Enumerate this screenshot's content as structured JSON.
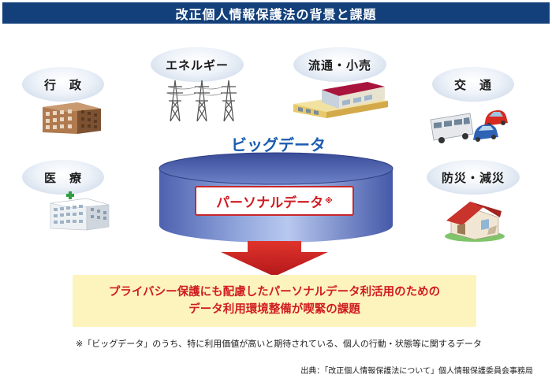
{
  "title": "改正個人情報保護法の背景と課題",
  "sectors": {
    "gyosei": "行　政",
    "energy": "エネルギー",
    "ryutsu": "流通・小売",
    "kotsu": "交　通",
    "iryo": "医　療",
    "bosai": "防災・減災"
  },
  "bigdata_label": "ビッグデータ",
  "personal_data_label": "パーソナルデータ",
  "personal_data_mark": "※",
  "result_line1": "プライバシー保護にも配慮したパーソナルデータ利活用のための",
  "result_line2": "データ利用環境整備が喫緊の課題",
  "footnote": "※「ビッグデータ」のうち、特に利用価値が高いと期待されている、個人の行動・状態等に関するデータ",
  "source": "出典：「改正個人情報保護法について」個人情報保護委員会事務局",
  "colors": {
    "title_bar": "#13407a",
    "accent_red": "#d01c22",
    "bigdata_blue": "#1a5cb0",
    "result_bg": "#fdf4bd"
  }
}
